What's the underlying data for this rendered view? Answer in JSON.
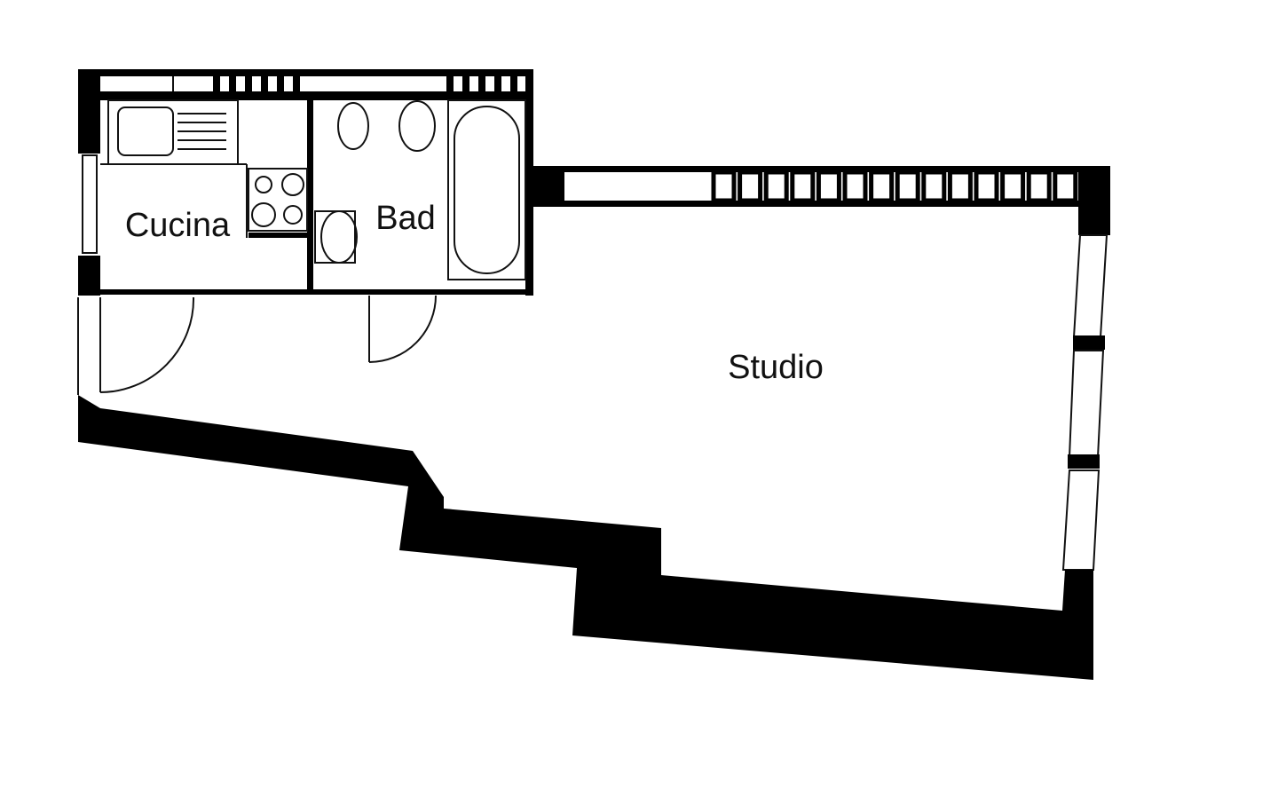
{
  "plan": {
    "rooms": [
      {
        "name": "Cucina"
      },
      {
        "name": "Bad"
      },
      {
        "name": "Studio"
      }
    ],
    "colors": {
      "wall": "#000000",
      "background": "#ffffff",
      "line": "#111111"
    }
  }
}
